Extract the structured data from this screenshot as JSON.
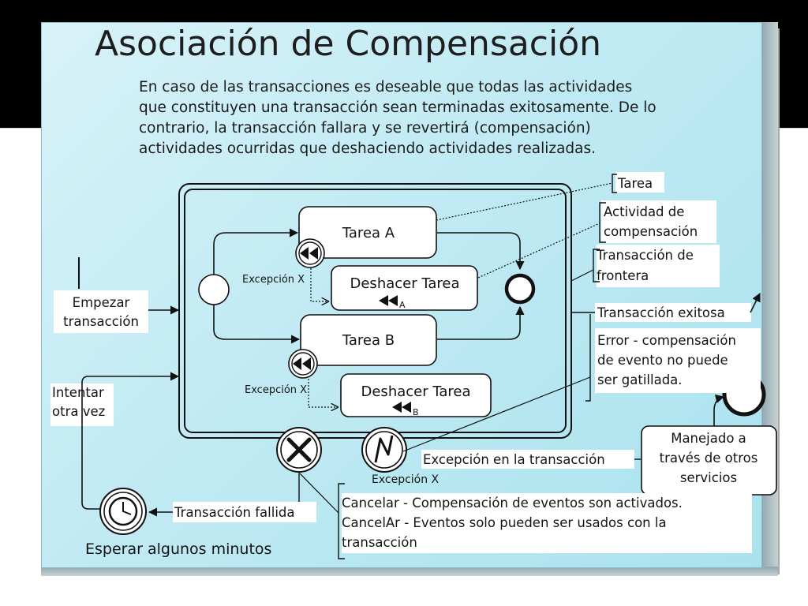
{
  "title": "Asociación de Compensación",
  "description": [
    "En caso de las transacciones es deseable que todas las actividades",
    "que constituyen una transacción sean terminadas exitosamente. De lo",
    "contrario, la transacción fallara y se revertirá (compensación)",
    "actividades ocurridas que deshaciendo actividades realizadas."
  ],
  "diagram": {
    "tasks": {
      "tarea_a": "Tarea A",
      "tarea_b": "Tarea B",
      "deshacer_1": "Deshacer Tarea",
      "deshacer_2": "Deshacer Tarea"
    },
    "exception_labels": {
      "exc_a": "Excepción X",
      "exc_b": "Excepción X",
      "exc_transaction": "Excepción X"
    },
    "annotations": {
      "tarea": "Tarea",
      "actividad": [
        "Actividad de",
        "compensación"
      ],
      "transaccion_frontera": [
        "Transacción de",
        "frontera"
      ],
      "transaccion_exitosa": "Transacción exitosa",
      "error": [
        "Error - compensación",
        "de evento no puede",
        "ser gatillada."
      ],
      "empezar": [
        "Empezar",
        "transacción"
      ],
      "intentar": [
        "Intentar",
        "otra vez"
      ],
      "excepcion_transaccion": "Excepción en la transacción",
      "transaccion_fallida": "Transacción fallida",
      "cancelar": [
        "Cancelar - Compensación de eventos son activados.",
        "CancelAr - Eventos solo pueden ser usados con la",
        "transacción"
      ],
      "esperar": "Esperar algunos minutos"
    },
    "manejado": [
      "Manejado a",
      "través de otros",
      "servicios"
    ]
  },
  "colors": {
    "card": "#c3ebf4",
    "line": "#111111",
    "task_fill": "#ffffff"
  }
}
